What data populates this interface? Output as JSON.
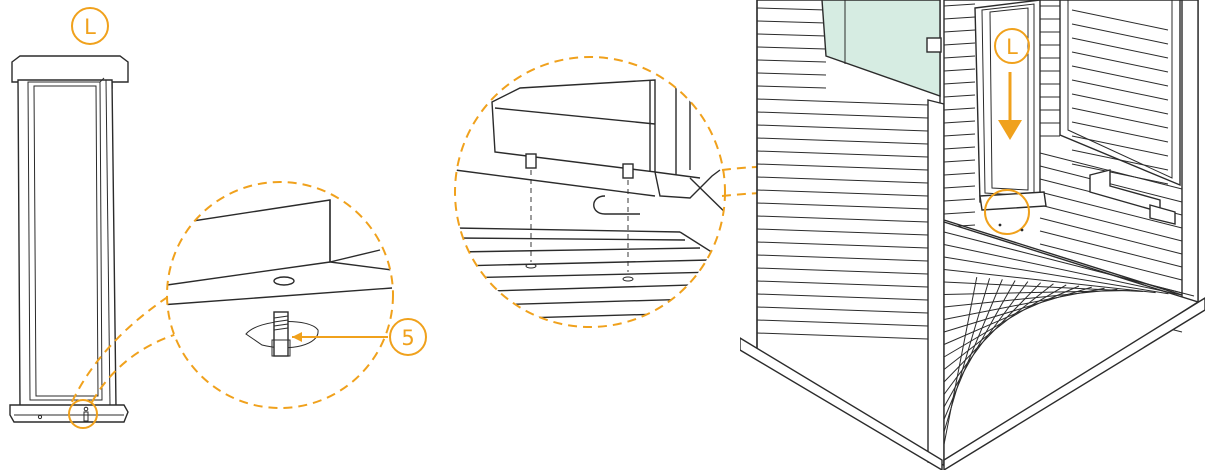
{
  "labels": {
    "part_label_top": "L",
    "part_label_arrow": "L",
    "screw_callout": "5"
  },
  "colors": {
    "accent": "#f0a11c",
    "line": "#2b2b2b",
    "glass": "#d6ece2",
    "background": "#ffffff"
  },
  "icons": {
    "arrow": "arrow-down-icon"
  }
}
